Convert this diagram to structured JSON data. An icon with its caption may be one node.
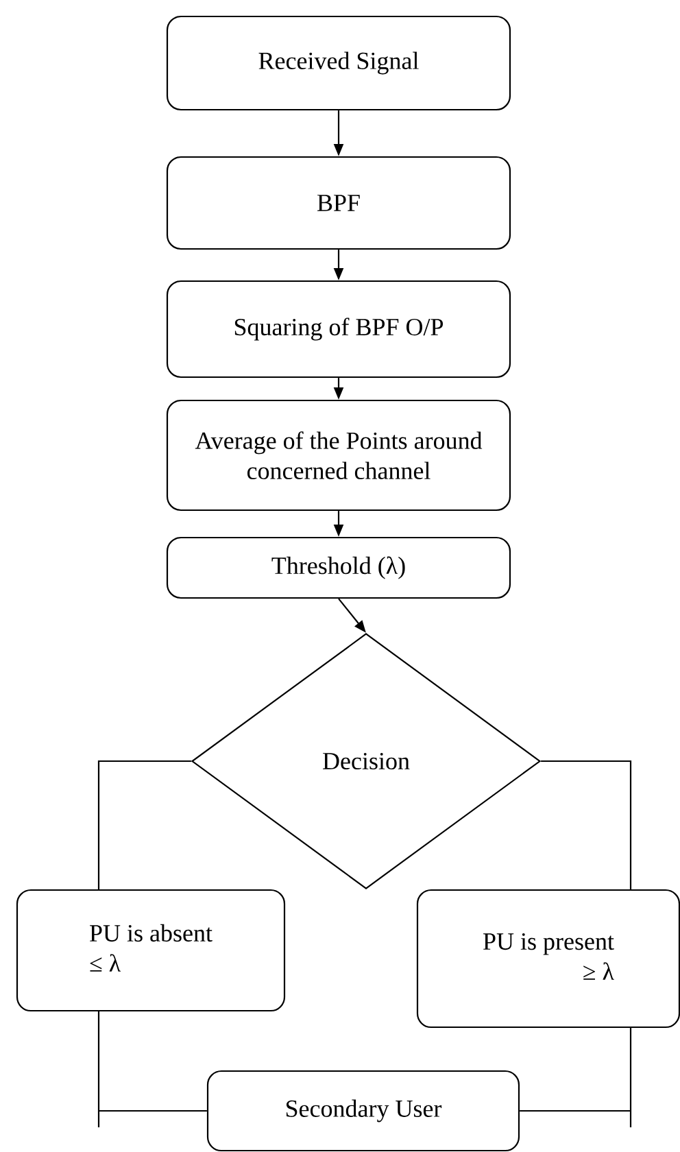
{
  "diagram": {
    "nodes": [
      {
        "text": [
          "Received Signal"
        ]
      },
      {
        "text": [
          "BPF"
        ]
      },
      {
        "text": [
          "Squaring of BPF O/P"
        ]
      },
      {
        "text": [
          "Average of the Points around concerned channel"
        ]
      },
      {
        "text": [
          "Threshold (λ)"
        ]
      },
      {
        "text": [
          "Decision"
        ]
      },
      {
        "text": [
          "PU is absent",
          "≤ λ"
        ]
      },
      {
        "text": [
          "PU is present",
          "≥ λ"
        ]
      },
      {
        "text": [
          "Secondary User"
        ]
      }
    ],
    "edges": [
      {
        "from": 0,
        "to": 1,
        "arrow": "to"
      },
      {
        "from": 1,
        "to": 2,
        "arrow": "to"
      },
      {
        "from": 2,
        "to": 3,
        "arrow": "to"
      },
      {
        "from": 3,
        "to": 4,
        "arrow": "to"
      },
      {
        "from": 4,
        "to": 5,
        "arrow": "to"
      },
      {
        "from": 5,
        "to": 6,
        "arrow": "none"
      },
      {
        "from": 5,
        "to": 7,
        "arrow": "none"
      },
      {
        "from": 6,
        "to": 8,
        "arrow": "none"
      },
      {
        "from": 7,
        "to": 8,
        "arrow": "none"
      }
    ]
  }
}
